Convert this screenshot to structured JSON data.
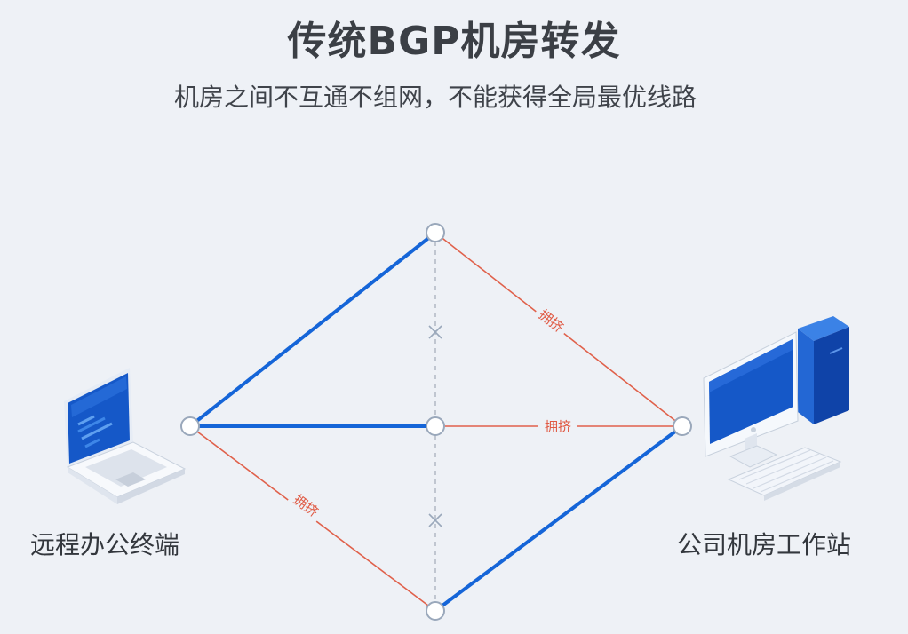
{
  "header": {
    "title": "传统BGP机房转发",
    "subtitle": "机房之间不互通不组网，不能获得全局最优线路"
  },
  "nodes": {
    "left_label": "远程办公终端",
    "right_label": "公司机房工作站"
  },
  "links": {
    "congested_label_top": "拥挤",
    "congested_label_middle": "拥挤",
    "congested_label_bottom": "拥挤"
  },
  "colors": {
    "good_path": "#1565d8",
    "congested_path": "#e0614b",
    "blocked_link": "#b0b8c4",
    "node_fill": "#ffffff",
    "node_stroke": "#9aa8bb",
    "background": "#eef1f6"
  },
  "icons": {
    "left_device": "laptop-icon",
    "right_device": "desktop-computer-icon",
    "blocked_marker": "x-icon"
  }
}
